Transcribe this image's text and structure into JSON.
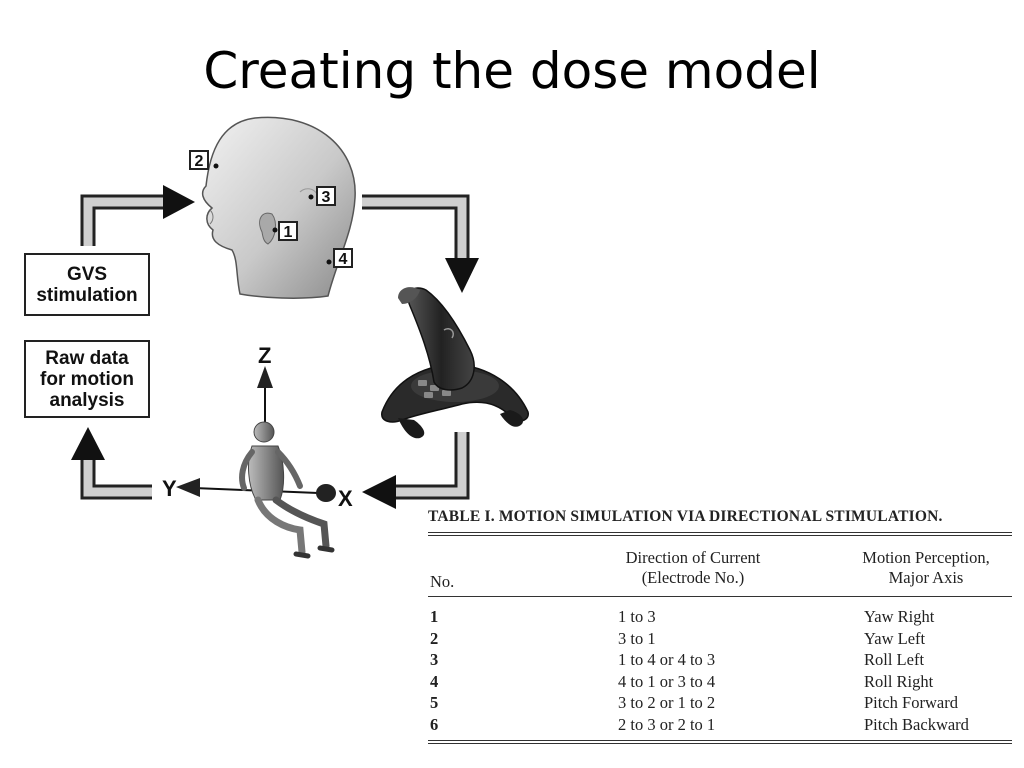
{
  "slide": {
    "title": "Creating the dose model"
  },
  "diagram": {
    "boxes": {
      "gvs": [
        "GVS",
        "stimulation"
      ],
      "raw": [
        "Raw data",
        "for motion",
        "analysis"
      ]
    },
    "electrodes": [
      "1",
      "2",
      "3",
      "4"
    ],
    "axes": {
      "z": "Z",
      "y": "Y",
      "x": "X"
    }
  },
  "table": {
    "caption": "TABLE I.  MOTION SIMULATION VIA DIRECTIONAL STIMULATION.",
    "headers": {
      "no": "No.",
      "direction": [
        "Direction of Current",
        "(Electrode No.)"
      ],
      "motion": [
        "Motion Perception,",
        "Major Axis"
      ]
    },
    "rows": [
      {
        "no": "1",
        "direction": "1 to 3",
        "motion": "Yaw Right"
      },
      {
        "no": "2",
        "direction": "3 to 1",
        "motion": "Yaw Left"
      },
      {
        "no": "3",
        "direction": "1 to 4 or 4 to 3",
        "motion": "Roll Left"
      },
      {
        "no": "4",
        "direction": "4 to 1 or 3 to 4",
        "motion": "Roll Right"
      },
      {
        "no": "5",
        "direction": "3 to 2 or 1 to 2",
        "motion": "Pitch Forward"
      },
      {
        "no": "6",
        "direction": "2 to 3 or 2 to 1",
        "motion": "Pitch Backward"
      }
    ]
  },
  "icons": [
    "head-icon",
    "joystick-icon",
    "seated-human-icon",
    "flow-arrow-icon"
  ]
}
